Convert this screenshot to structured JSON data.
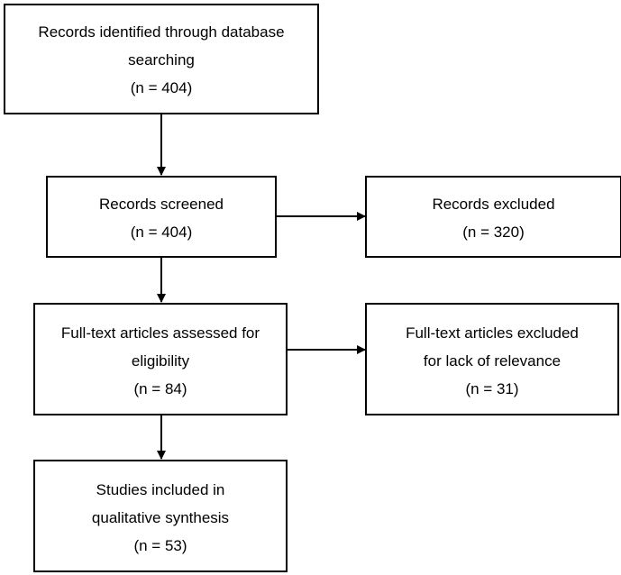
{
  "boxes": {
    "identified": {
      "line1": "Records identified through database",
      "line2": "searching",
      "count": "(n = 404)"
    },
    "screened": {
      "line1": "Records screened",
      "count": "(n = 404)"
    },
    "excluded": {
      "line1": "Records excluded",
      "count": "(n = 320)"
    },
    "fulltext": {
      "line1": "Full-text articles assessed for",
      "line2": "eligibility",
      "count": "(n = 84)"
    },
    "fulltext_excluded": {
      "line1": "Full-text articles excluded",
      "line2": "for lack of relevance",
      "count": "(n = 31)"
    },
    "included": {
      "line1": "Studies included in",
      "line2": "qualitative synthesis",
      "count": "(n = 53)"
    }
  }
}
